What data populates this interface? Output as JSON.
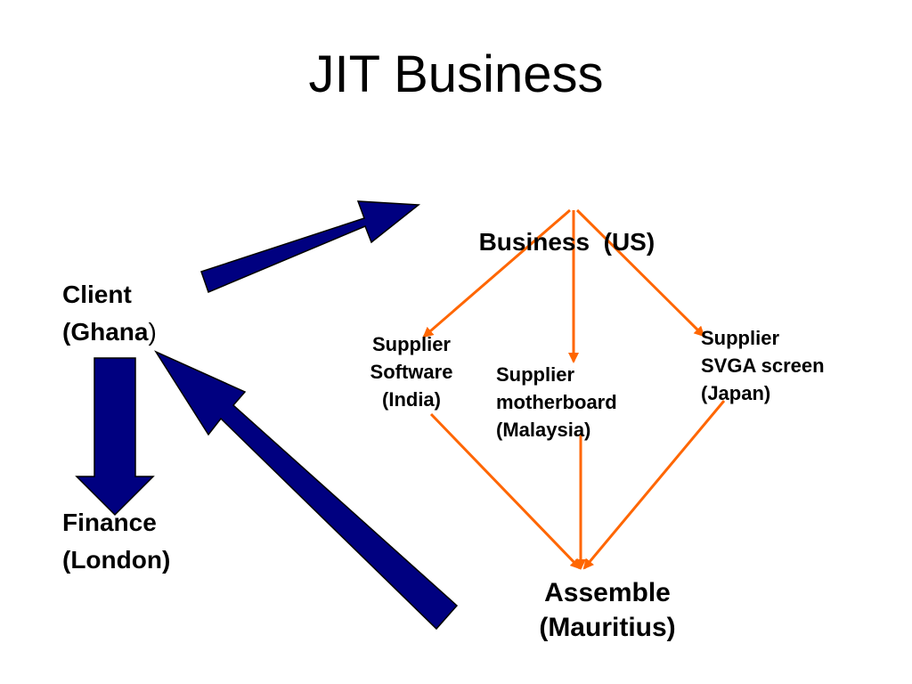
{
  "title": "JIT Business",
  "nodes": {
    "business": {
      "label": "Business  (US)"
    },
    "client": {
      "line1": "Client",
      "line2_bold": "(Ghana",
      "line2_reg": ")"
    },
    "finance": {
      "line1": "Finance",
      "line2": "(London)"
    },
    "supplier_software": {
      "line1": "Supplier",
      "line2": "Software",
      "line3": "(India)"
    },
    "supplier_motherboard": {
      "line1": "Supplier",
      "line2": "motherboard",
      "line3": "(Malaysia)"
    },
    "supplier_screen": {
      "line1": "Supplier",
      "line2": "SVGA screen",
      "line3": "(Japan)"
    },
    "assemble": {
      "line1": "Assemble",
      "line2": "(Mauritius)"
    }
  },
  "colors": {
    "thick_arrow": "#000080",
    "thin_arrow": "#ff6600",
    "outline": "#000000"
  }
}
